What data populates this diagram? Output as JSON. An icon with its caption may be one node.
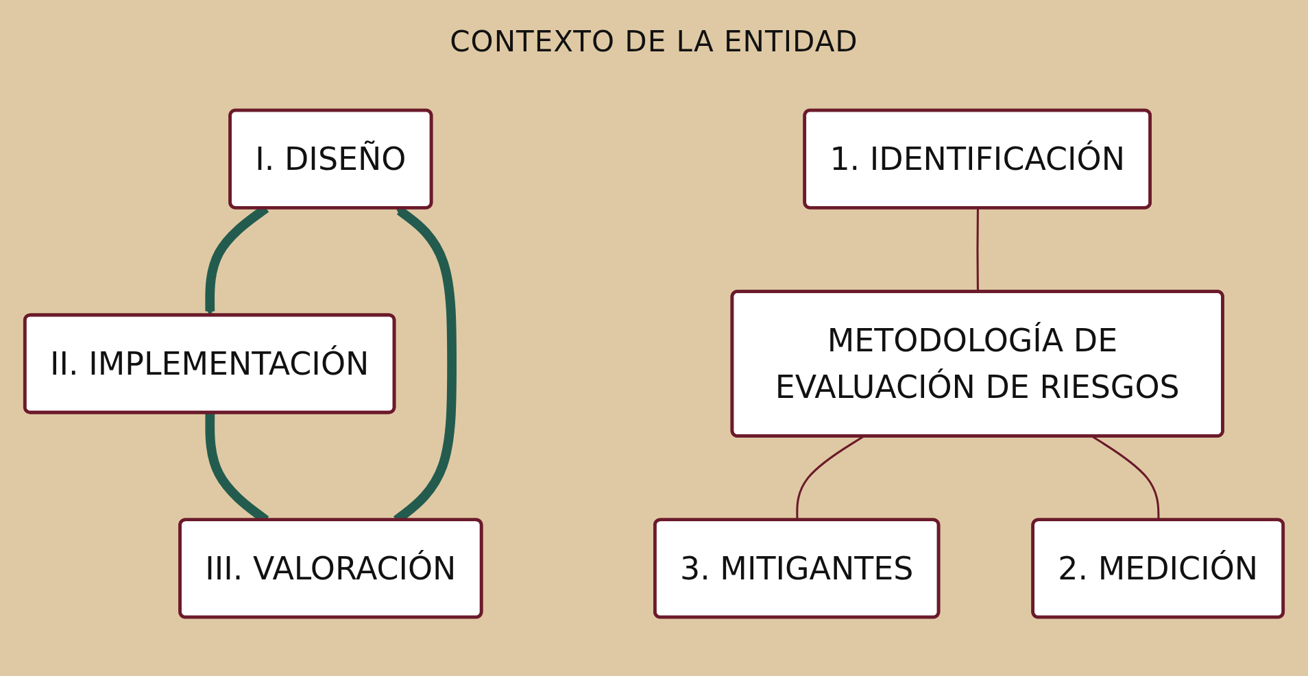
{
  "diagram": {
    "title": "CONTEXTO DE LA ENTIDAD",
    "nodes": [
      {
        "text": [
          "I. DISEÑO"
        ]
      },
      {
        "text": [
          "II. IMPLEMENTACIÓN"
        ]
      },
      {
        "text": [
          "III. VALORACIÓN"
        ]
      },
      {
        "text": [
          "1. IDENTIFICACIÓN"
        ]
      },
      {
        "text": [
          "METODOLOGÍA DE EVALUACIÓN DE RIESGOS"
        ]
      },
      {
        "text": [
          "3. MITIGANTES"
        ]
      },
      {
        "text": [
          "2. MEDICIÓN"
        ]
      }
    ],
    "edges": [
      {
        "from": 0,
        "to": 1,
        "arrow": "to",
        "style": "thick",
        "color": "#235c4e"
      },
      {
        "from": 1,
        "to": 2,
        "arrow": "none",
        "style": "thick",
        "color": "#235c4e"
      },
      {
        "from": 2,
        "to": 0,
        "arrow": "to",
        "style": "thick",
        "color": "#235c4e"
      },
      {
        "from": 3,
        "to": 4,
        "arrow": "none",
        "color": "#6b1a2b"
      },
      {
        "from": 4,
        "to": 5,
        "arrow": "none",
        "color": "#6b1a2b"
      },
      {
        "from": 4,
        "to": 6,
        "arrow": "none",
        "color": "#6b1a2b"
      }
    ]
  }
}
